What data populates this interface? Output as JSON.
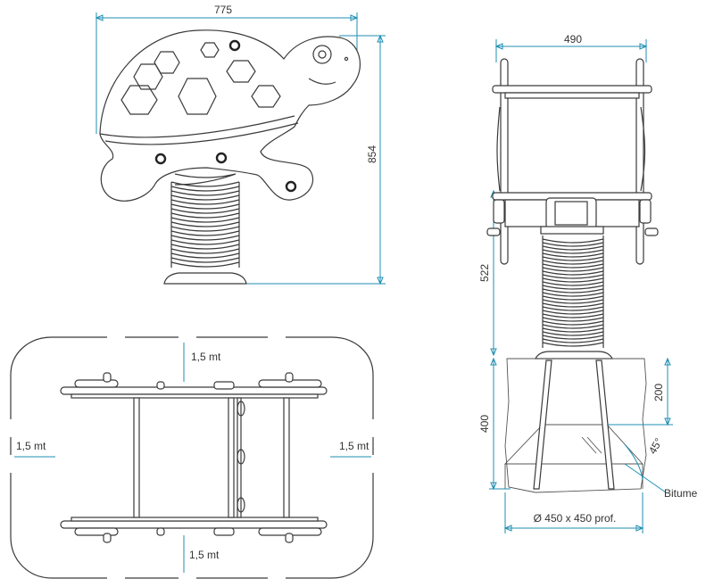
{
  "colors": {
    "dimension_line": "#1f8fb3",
    "drawing_ink": "#3a3a3a",
    "background": "#ffffff"
  },
  "side_view": {
    "width_label": "775",
    "height_label": "854"
  },
  "front_view": {
    "width_label": "490",
    "seat_height_label": "522",
    "foundation_depth_label": "400",
    "anchor_depth_label": "200",
    "angle_label": "45°",
    "material_label": "Bitume",
    "footing_label": "Ø 450 x 450 prof."
  },
  "top_view": {
    "clearance_top": "1,5 mt",
    "clearance_left": "1,5 mt",
    "clearance_right": "1,5 mt",
    "clearance_bottom": "1,5 mt"
  }
}
